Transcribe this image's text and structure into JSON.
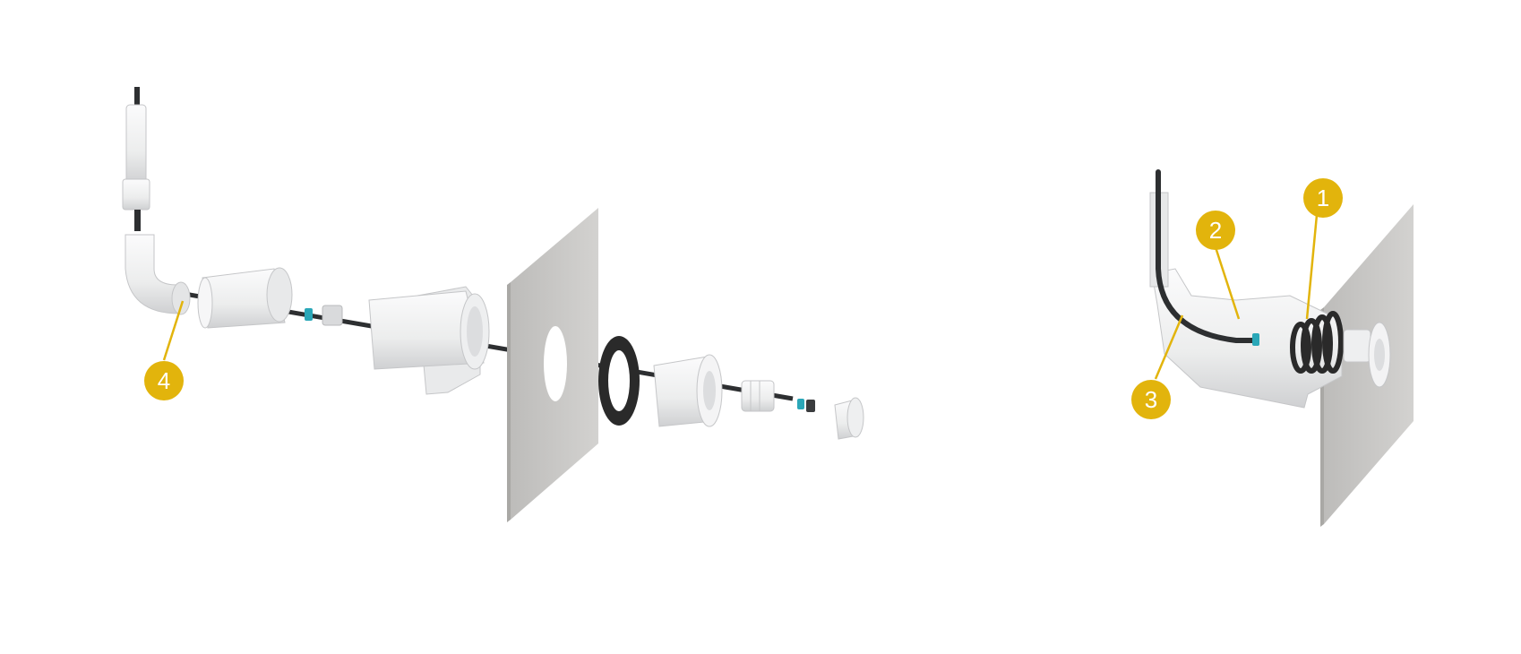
{
  "colors": {
    "callout": "#e2b40c",
    "callout_text": "#ffffff",
    "plate": "#c9c8c6",
    "plate_side": "#b3b2af",
    "part": "#f1f2f3",
    "part_shade": "#d9dadc",
    "cable": "#2d2f31",
    "gasket": "#2a2a2a",
    "accent": "#2aa7b8"
  },
  "callouts": [
    {
      "label": "1"
    },
    {
      "label": "2"
    },
    {
      "label": "3"
    },
    {
      "label": "4"
    }
  ]
}
